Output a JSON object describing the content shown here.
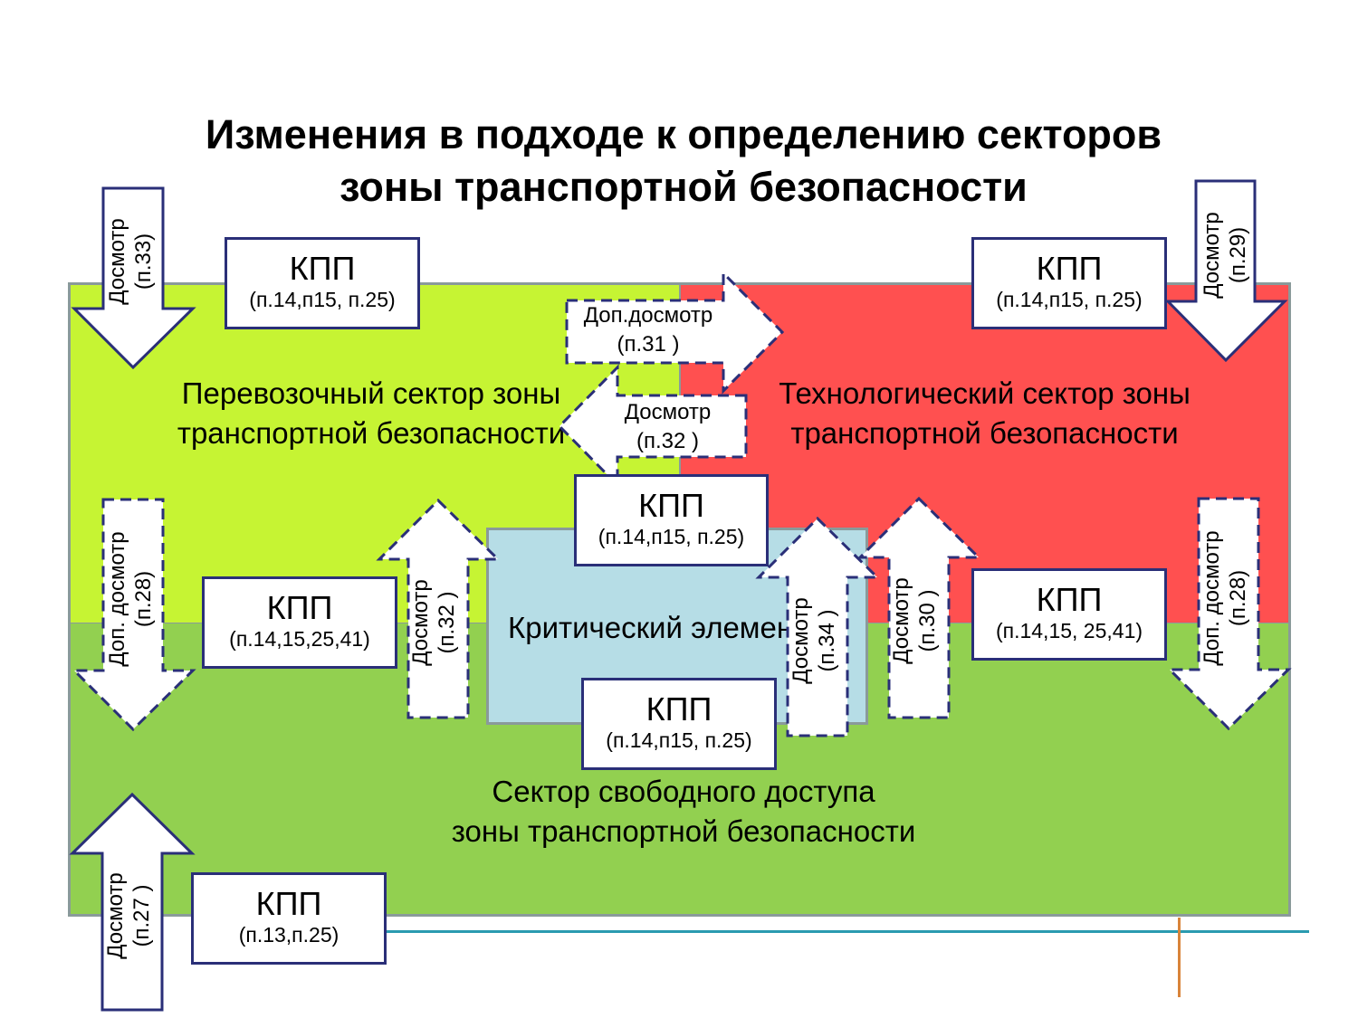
{
  "title": {
    "line1": "Изменения в подходе к определению секторов",
    "line2": "зоны транспортной безопасности"
  },
  "zones": {
    "transport": {
      "line1": "Перевозочный сектор зоны",
      "line2": "транспортной безопасности",
      "color": "#c6f433"
    },
    "technological": {
      "line1": "Технологический сектор зоны",
      "line2": "транспортной безопасности",
      "color": "#ff5050"
    },
    "free_access": {
      "line1": "Сектор свободного доступа",
      "line2": "зоны транспортной безопасности",
      "color": "#92d050"
    },
    "critical": {
      "label": "Критический элемент",
      "color": "#b6dde6"
    }
  },
  "checkpoints": [
    {
      "title": "КПП",
      "refs": "(п.14,п15, п.25)"
    },
    {
      "title": "КПП",
      "refs": "(п.14,п15, п.25)"
    },
    {
      "title": "КПП",
      "refs": "(п.14,п15, п.25)"
    },
    {
      "title": "КПП",
      "refs": "(п.14,15,25,41)"
    },
    {
      "title": "КПП",
      "refs": "(п.14,15, 25,41)"
    },
    {
      "title": "КПП",
      "refs": "(п.14,п15, п.25)"
    },
    {
      "title": "КПП",
      "refs": "(п.13,п.25)"
    }
  ],
  "arrows": [
    {
      "line1": "Досмотр",
      "line2": "(п.33)"
    },
    {
      "line1": "Досмотр",
      "line2": "(п.29)"
    },
    {
      "line1": "Доп.досмотр",
      "line2": "(п.31 )"
    },
    {
      "line1": "Досмотр",
      "line2": "(п.32 )"
    },
    {
      "line1": "Доп. досмотр",
      "line2": "(п.28)"
    },
    {
      "line1": "Досмотр",
      "line2": "(п.32 )"
    },
    {
      "line1": "Досмотр",
      "line2": "(п.34 )"
    },
    {
      "line1": "Досмотр",
      "line2": "(п.30 )"
    },
    {
      "line1": "Доп. досмотр",
      "line2": "(п.28)"
    },
    {
      "line1": "Досмотр",
      "line2": "(п.27 )"
    }
  ],
  "colors": {
    "border": "#2a2f78",
    "accent_line": "#2a9bb0",
    "orange_line": "#d9843a",
    "zone_outline": "#8a9a9a"
  }
}
